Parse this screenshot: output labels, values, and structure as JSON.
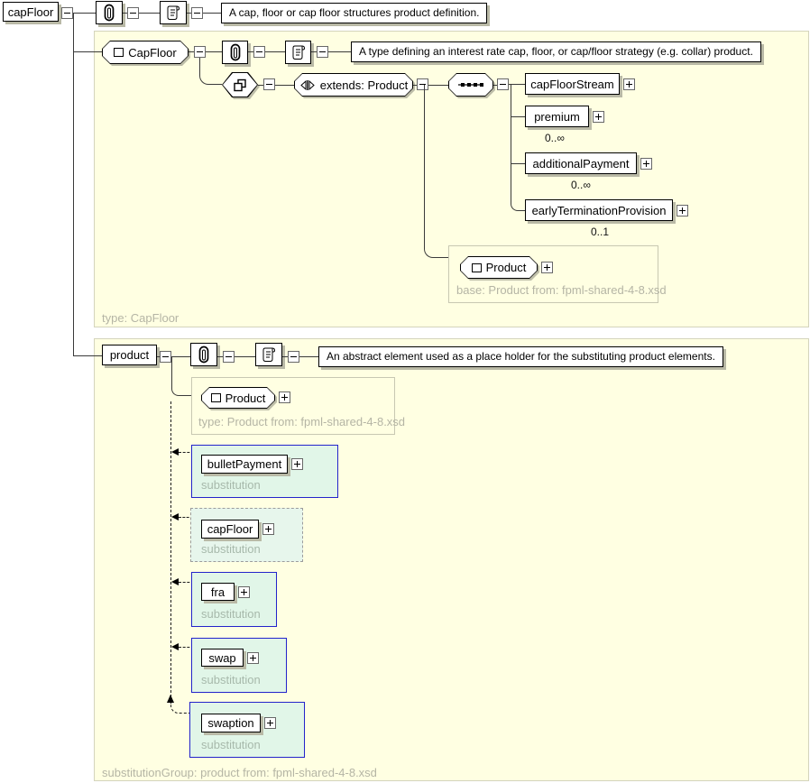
{
  "root": {
    "label": "capFloor",
    "doc": "A cap, floor or cap floor structures product definition."
  },
  "type": {
    "label": "CapFloor",
    "doc": "A type defining an interest rate cap, floor, or cap/floor strategy (e.g. collar) product.",
    "extends": "extends: Product",
    "children": [
      {
        "label": "capFloorStream",
        "occurs": ""
      },
      {
        "label": "premium",
        "occurs": "0..∞"
      },
      {
        "label": "additionalPayment",
        "occurs": "0..∞"
      },
      {
        "label": "earlyTerminationProvision",
        "occurs": "0..1"
      }
    ],
    "base": {
      "label": "Product",
      "caption": "base: Product from: fpml-shared-4-8.xsd"
    },
    "footer": "type: CapFloor"
  },
  "product": {
    "label": "product",
    "doc": "An abstract element used as a place holder for the substituting product elements.",
    "type_box": {
      "label": "Product",
      "caption": "type: Product from: fpml-shared-4-8.xsd"
    },
    "subs": [
      {
        "label": "bulletPayment",
        "caption": "substitution"
      },
      {
        "label": "capFloor",
        "caption": "substitution"
      },
      {
        "label": "fra",
        "caption": "substitution"
      },
      {
        "label": "swap",
        "caption": "substitution"
      },
      {
        "label": "swaption",
        "caption": "substitution"
      }
    ],
    "footer": "substitutionGroup: product from: fpml-shared-4-8.xsd"
  },
  "icons": {
    "annotation": "paperclip-icon",
    "documentation": "scroll-icon",
    "element": "square-icon",
    "extension": "triangles-icon",
    "complex_content": "overlapping-squares-icon",
    "sequence": "sequence-dots-icon",
    "collapse": "minus-expander",
    "expand": "plus-expander"
  },
  "colors": {
    "container_fill": "#FFFFE2",
    "container_border": "#D4D4BC",
    "substitution_fill": "#E1F6E8",
    "substitution_border": "#2323CB",
    "muted_text": "#B5B5A5",
    "node_shadow": "#B9B9A6",
    "line": "#3A3A3A"
  }
}
